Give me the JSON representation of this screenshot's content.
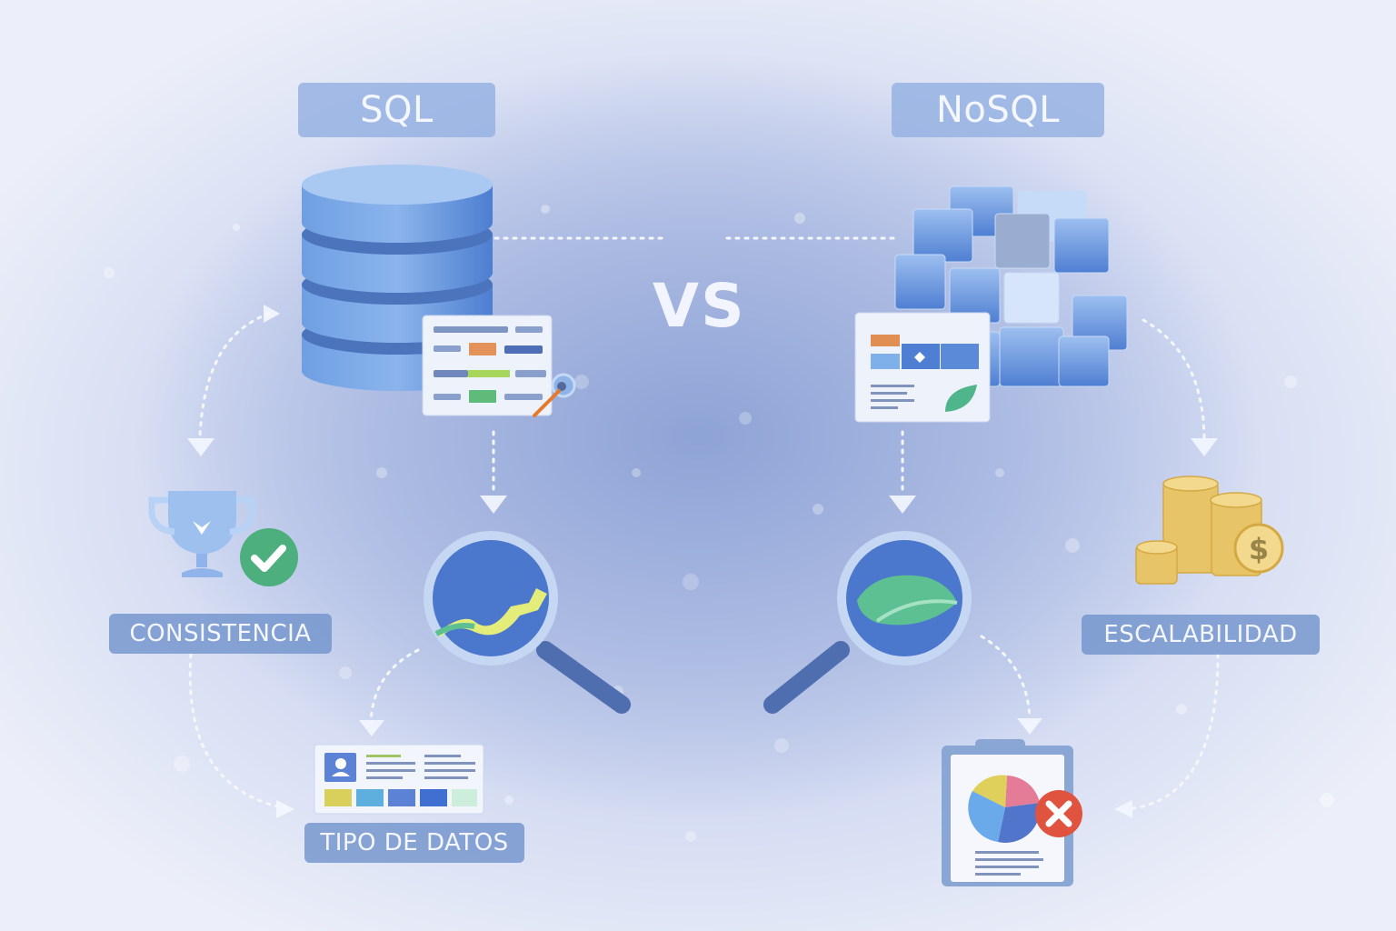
{
  "diagram": {
    "title_left": "SQL",
    "title_right": "NoSQL",
    "versus_label": "VS",
    "features": {
      "consistency": "CONSISTENCIA",
      "data_types": "TIPO DE DATOS",
      "scalability": "ESCALABILIDAD"
    },
    "icons": {
      "sql": [
        "database-cylinder-icon",
        "table-sheet-icon",
        "analytics-magnifier-icon"
      ],
      "nosql": [
        "cube-cluster-icon",
        "document-card-leaf-icon",
        "leaf-magnifier-icon"
      ],
      "features": [
        "trophy-check-icon",
        "data-card-icon",
        "coins-dollar-icon",
        "clipboard-pie-error-icon"
      ]
    },
    "colors": {
      "background": "#b3c1e6",
      "label_bg": "#7092cc",
      "title_bg": "#96b2e2",
      "database_blue": "#5b8fdc",
      "check_green": "#4caf7d",
      "error_red": "#e0533f",
      "coin_gold": "#e8c468"
    }
  }
}
